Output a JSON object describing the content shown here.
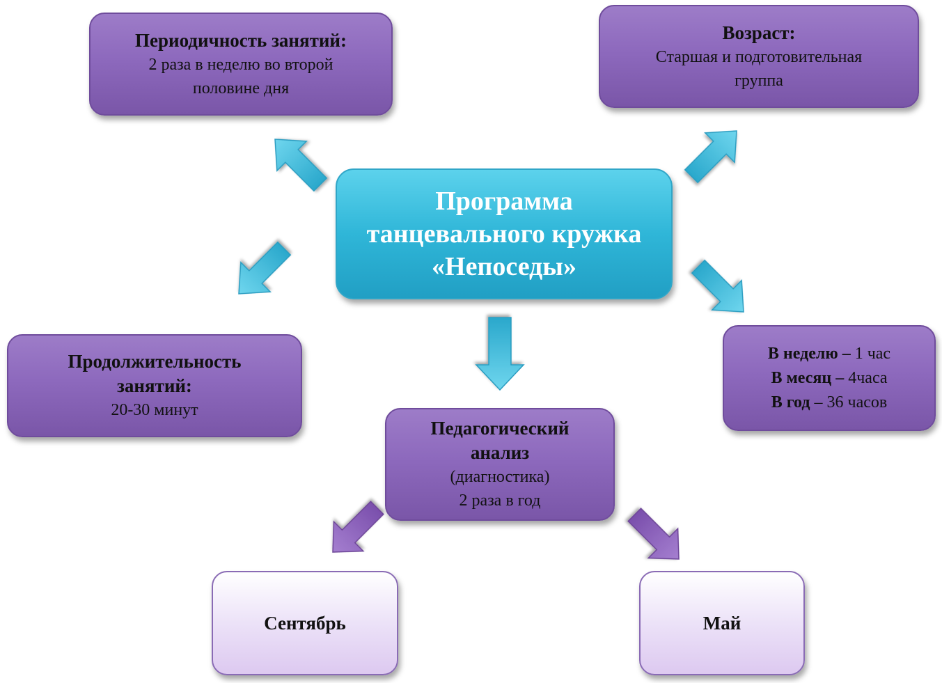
{
  "center": {
    "line1": "Программа",
    "line2": "танцевального кружка",
    "line3": "«Непоседы»"
  },
  "frequency": {
    "title": "Периодичность занятий:",
    "line1": "2 раза в неделю во второй",
    "line2": "половине дня"
  },
  "age": {
    "title": "Возраст:",
    "line1": "Старшая и подготовительная",
    "line2": "группа"
  },
  "duration": {
    "title_line1": "Продолжительность",
    "title_line2": "занятий:",
    "value": "20-30 минут"
  },
  "hours": {
    "week_label": "В неделю –",
    "week_value": " 1 час",
    "month_label": "В месяц –",
    "month_value": " 4часа",
    "year_label": "В год",
    "year_value": " – 36 часов"
  },
  "analysis": {
    "title_line1": "Педагогический",
    "title_line2": "анализ",
    "line1": "(диагностика)",
    "line2": "2 раза в год"
  },
  "months": {
    "september": "Сентябрь",
    "may": "Май"
  },
  "colors": {
    "box_purple": "#8d69bd",
    "box_light": "#e4d4f4",
    "center_cyan": "#2fb6d8",
    "arrow_cyan": "#3bb8d8",
    "arrow_purple": "#8a5cb8"
  }
}
